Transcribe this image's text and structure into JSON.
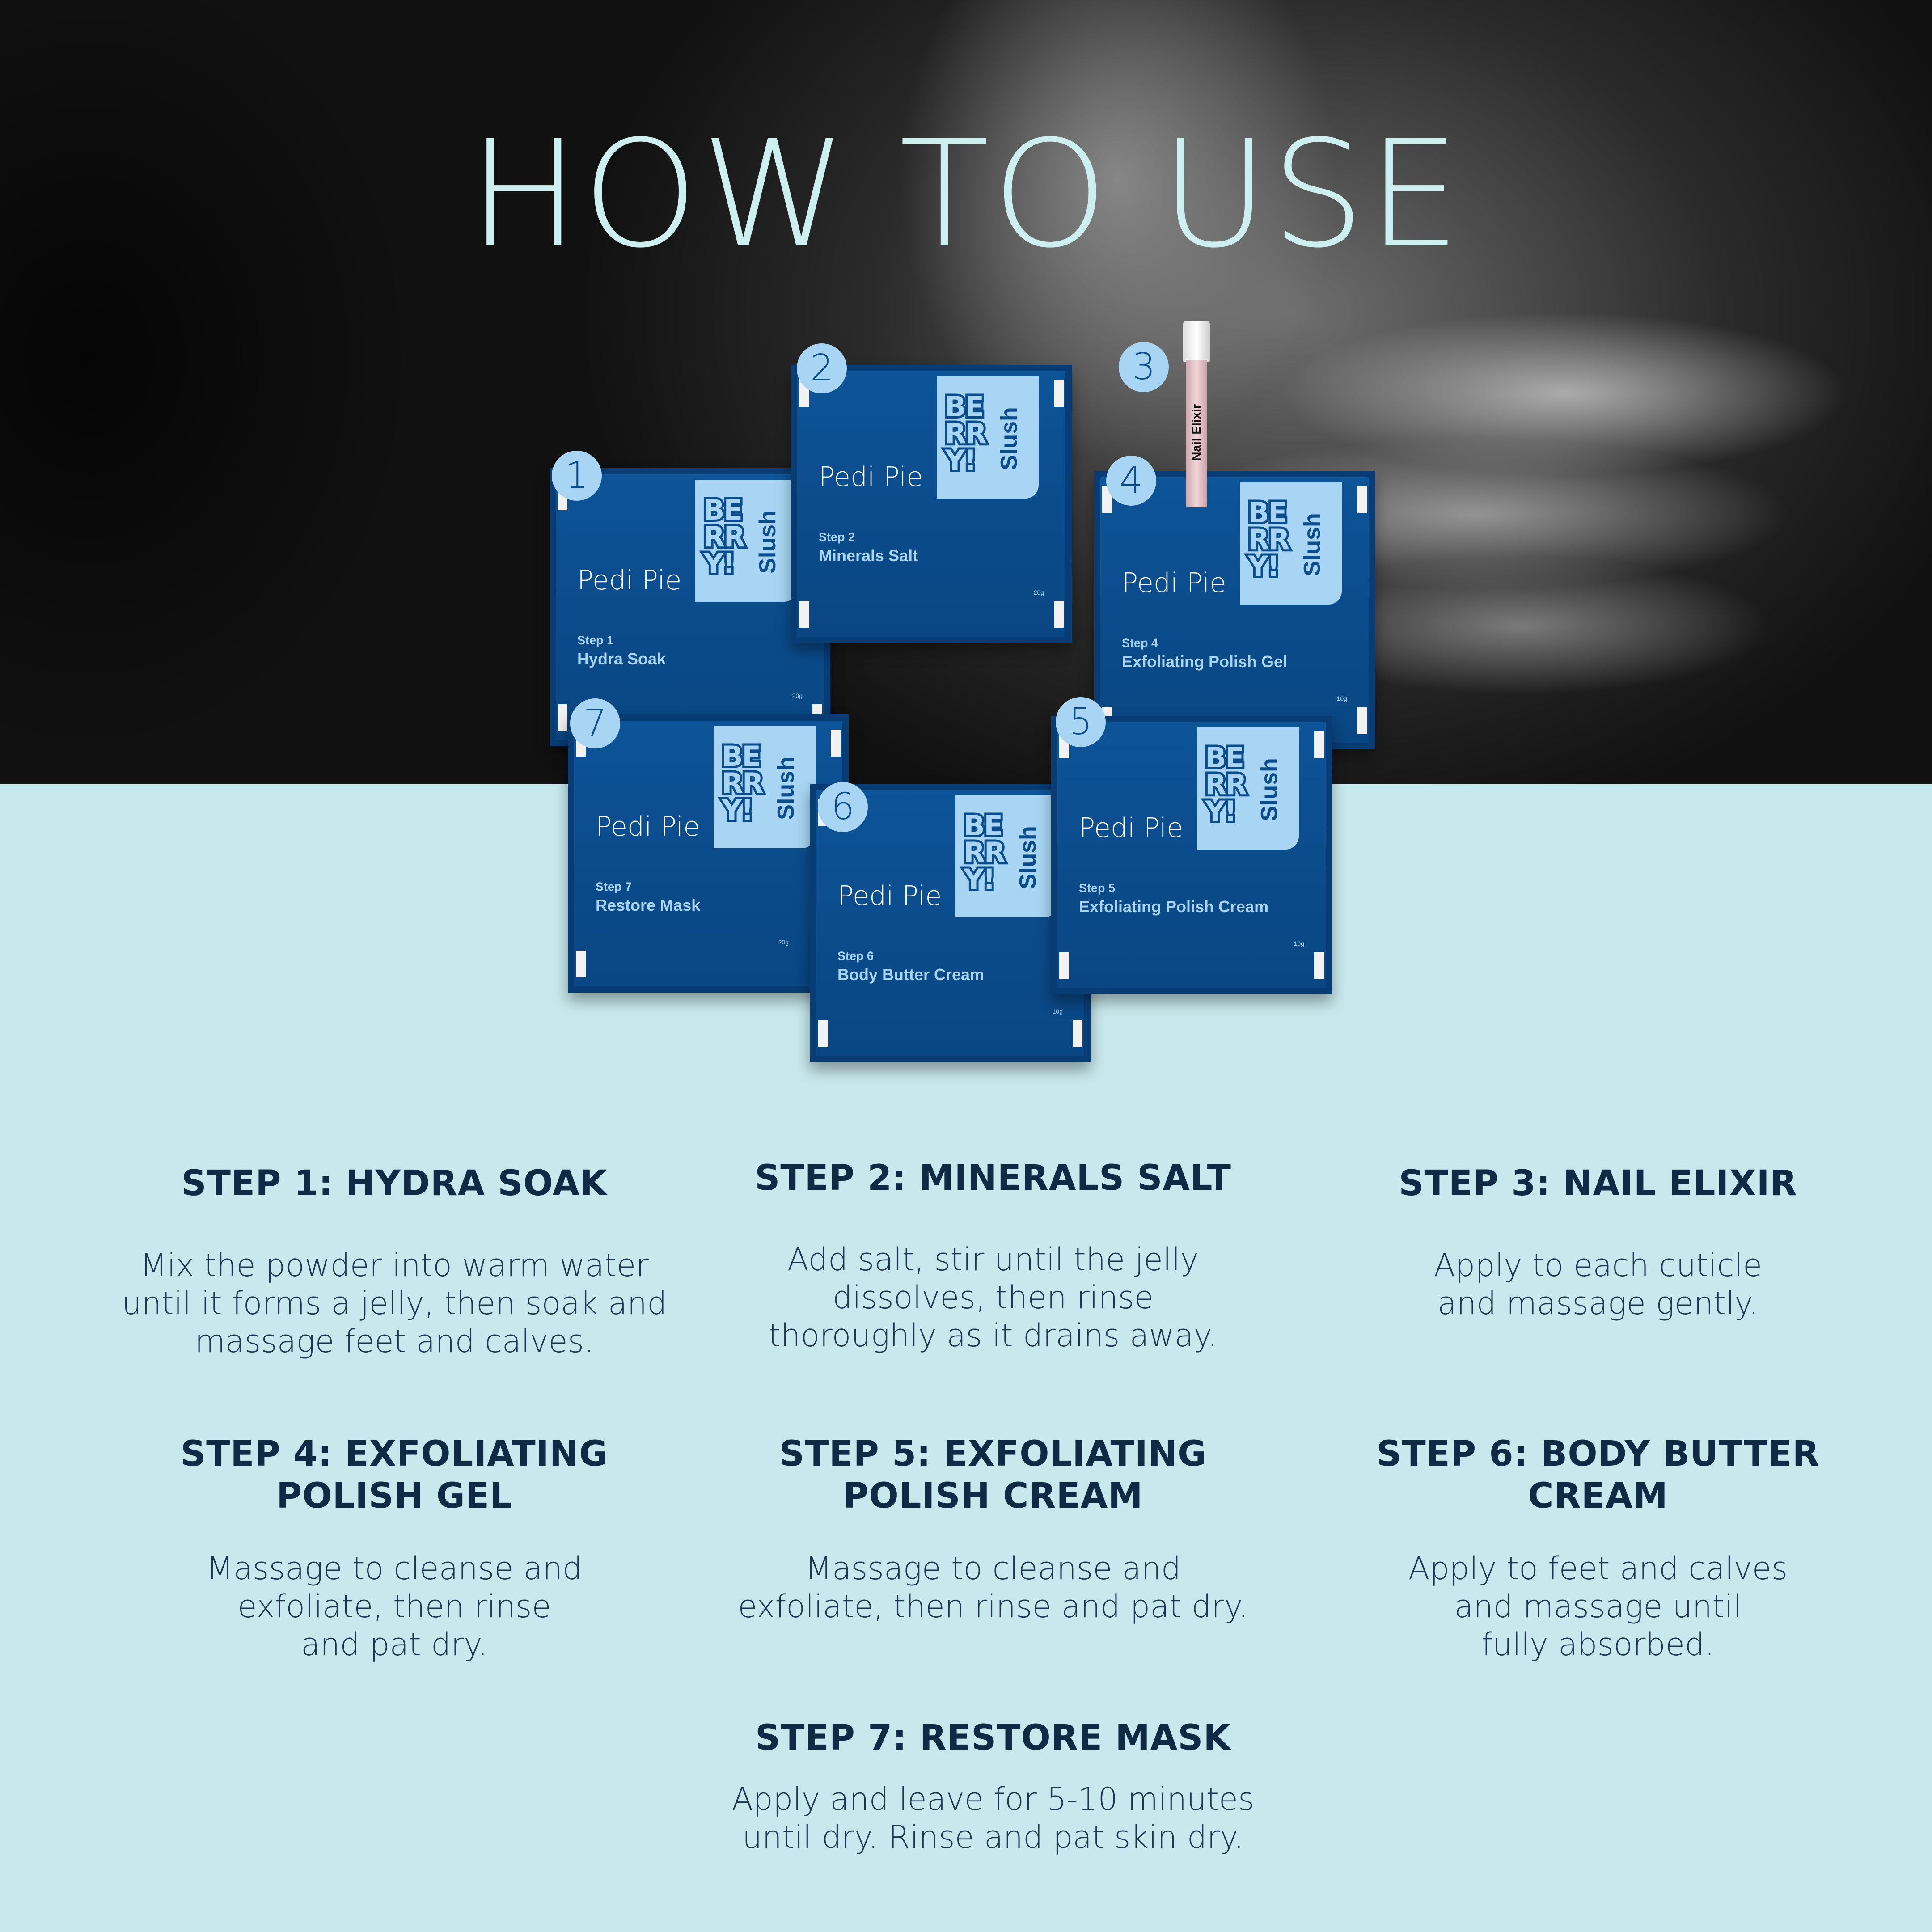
{
  "title": "HOW TO USE",
  "colors": {
    "packet": "#0b4c8c",
    "label": "#a7d5f3",
    "background": "#c7e8ec",
    "heading": "#0f2a45"
  },
  "vial": {
    "badge": "3",
    "text": "Nail Elixir"
  },
  "packets": [
    {
      "badge": "1",
      "brand": "Pedi Pie",
      "berry": [
        "BE",
        "RR",
        "Y!"
      ],
      "slush": "Slush",
      "step": "Step 1",
      "name": "Hydra Soak",
      "weight": "20g"
    },
    {
      "badge": "2",
      "brand": "Pedi Pie",
      "berry": [
        "BE",
        "RR",
        "Y!"
      ],
      "slush": "Slush",
      "step": "Step 2",
      "name": "Minerals Salt",
      "weight": "20g"
    },
    {
      "badge": "4",
      "brand": "Pedi Pie",
      "berry": [
        "BE",
        "RR",
        "Y!"
      ],
      "slush": "Slush",
      "step": "Step 4",
      "name": "Exfoliating Polish Gel",
      "weight": "10g"
    },
    {
      "badge": "7",
      "brand": "Pedi Pie",
      "berry": [
        "BE",
        "RR",
        "Y!"
      ],
      "slush": "Slush",
      "step": "Step 7",
      "name": "Restore Mask",
      "weight": "20g"
    },
    {
      "badge": "6",
      "brand": "Pedi Pie",
      "berry": [
        "BE",
        "RR",
        "Y!"
      ],
      "slush": "Slush",
      "step": "Step 6",
      "name": "Body Butter Cream",
      "weight": "10g"
    },
    {
      "badge": "5",
      "brand": "Pedi Pie",
      "berry": [
        "BE",
        "RR",
        "Y!"
      ],
      "slush": "Slush",
      "step": "Step 5",
      "name": "Exfoliating Polish Cream",
      "weight": "10g"
    }
  ],
  "steps": [
    {
      "heading": [
        "STEP 1: HYDRA SOAK"
      ],
      "body": [
        "Mix the powder into warm water",
        "until it forms a jelly, then soak and",
        "massage feet and calves."
      ]
    },
    {
      "heading": [
        "STEP 2: MINERALS SALT"
      ],
      "body": [
        "Add salt, stir until the jelly",
        "dissolves, then rinse",
        "thoroughly as it drains away."
      ]
    },
    {
      "heading": [
        "STEP 3: NAIL ELIXIR"
      ],
      "body": [
        "Apply to each cuticle",
        "and massage gently."
      ]
    },
    {
      "heading": [
        "STEP 4: EXFOLIATING",
        "POLISH GEL"
      ],
      "body": [
        "Massage to cleanse and",
        "exfoliate, then rinse",
        "and pat dry."
      ]
    },
    {
      "heading": [
        "STEP 5: EXFOLIATING",
        "POLISH CREAM"
      ],
      "body": [
        "Massage to cleanse and",
        "exfoliate, then rinse and pat dry."
      ]
    },
    {
      "heading": [
        "STEP 6: BODY BUTTER",
        "CREAM"
      ],
      "body": [
        "Apply to feet and calves",
        "and massage until",
        "fully absorbed."
      ]
    },
    {
      "heading": [
        "STEP 7: RESTORE MASK"
      ],
      "body": [
        "Apply and leave for 5-10 minutes",
        "until dry. Rinse and pat skin dry."
      ]
    }
  ]
}
